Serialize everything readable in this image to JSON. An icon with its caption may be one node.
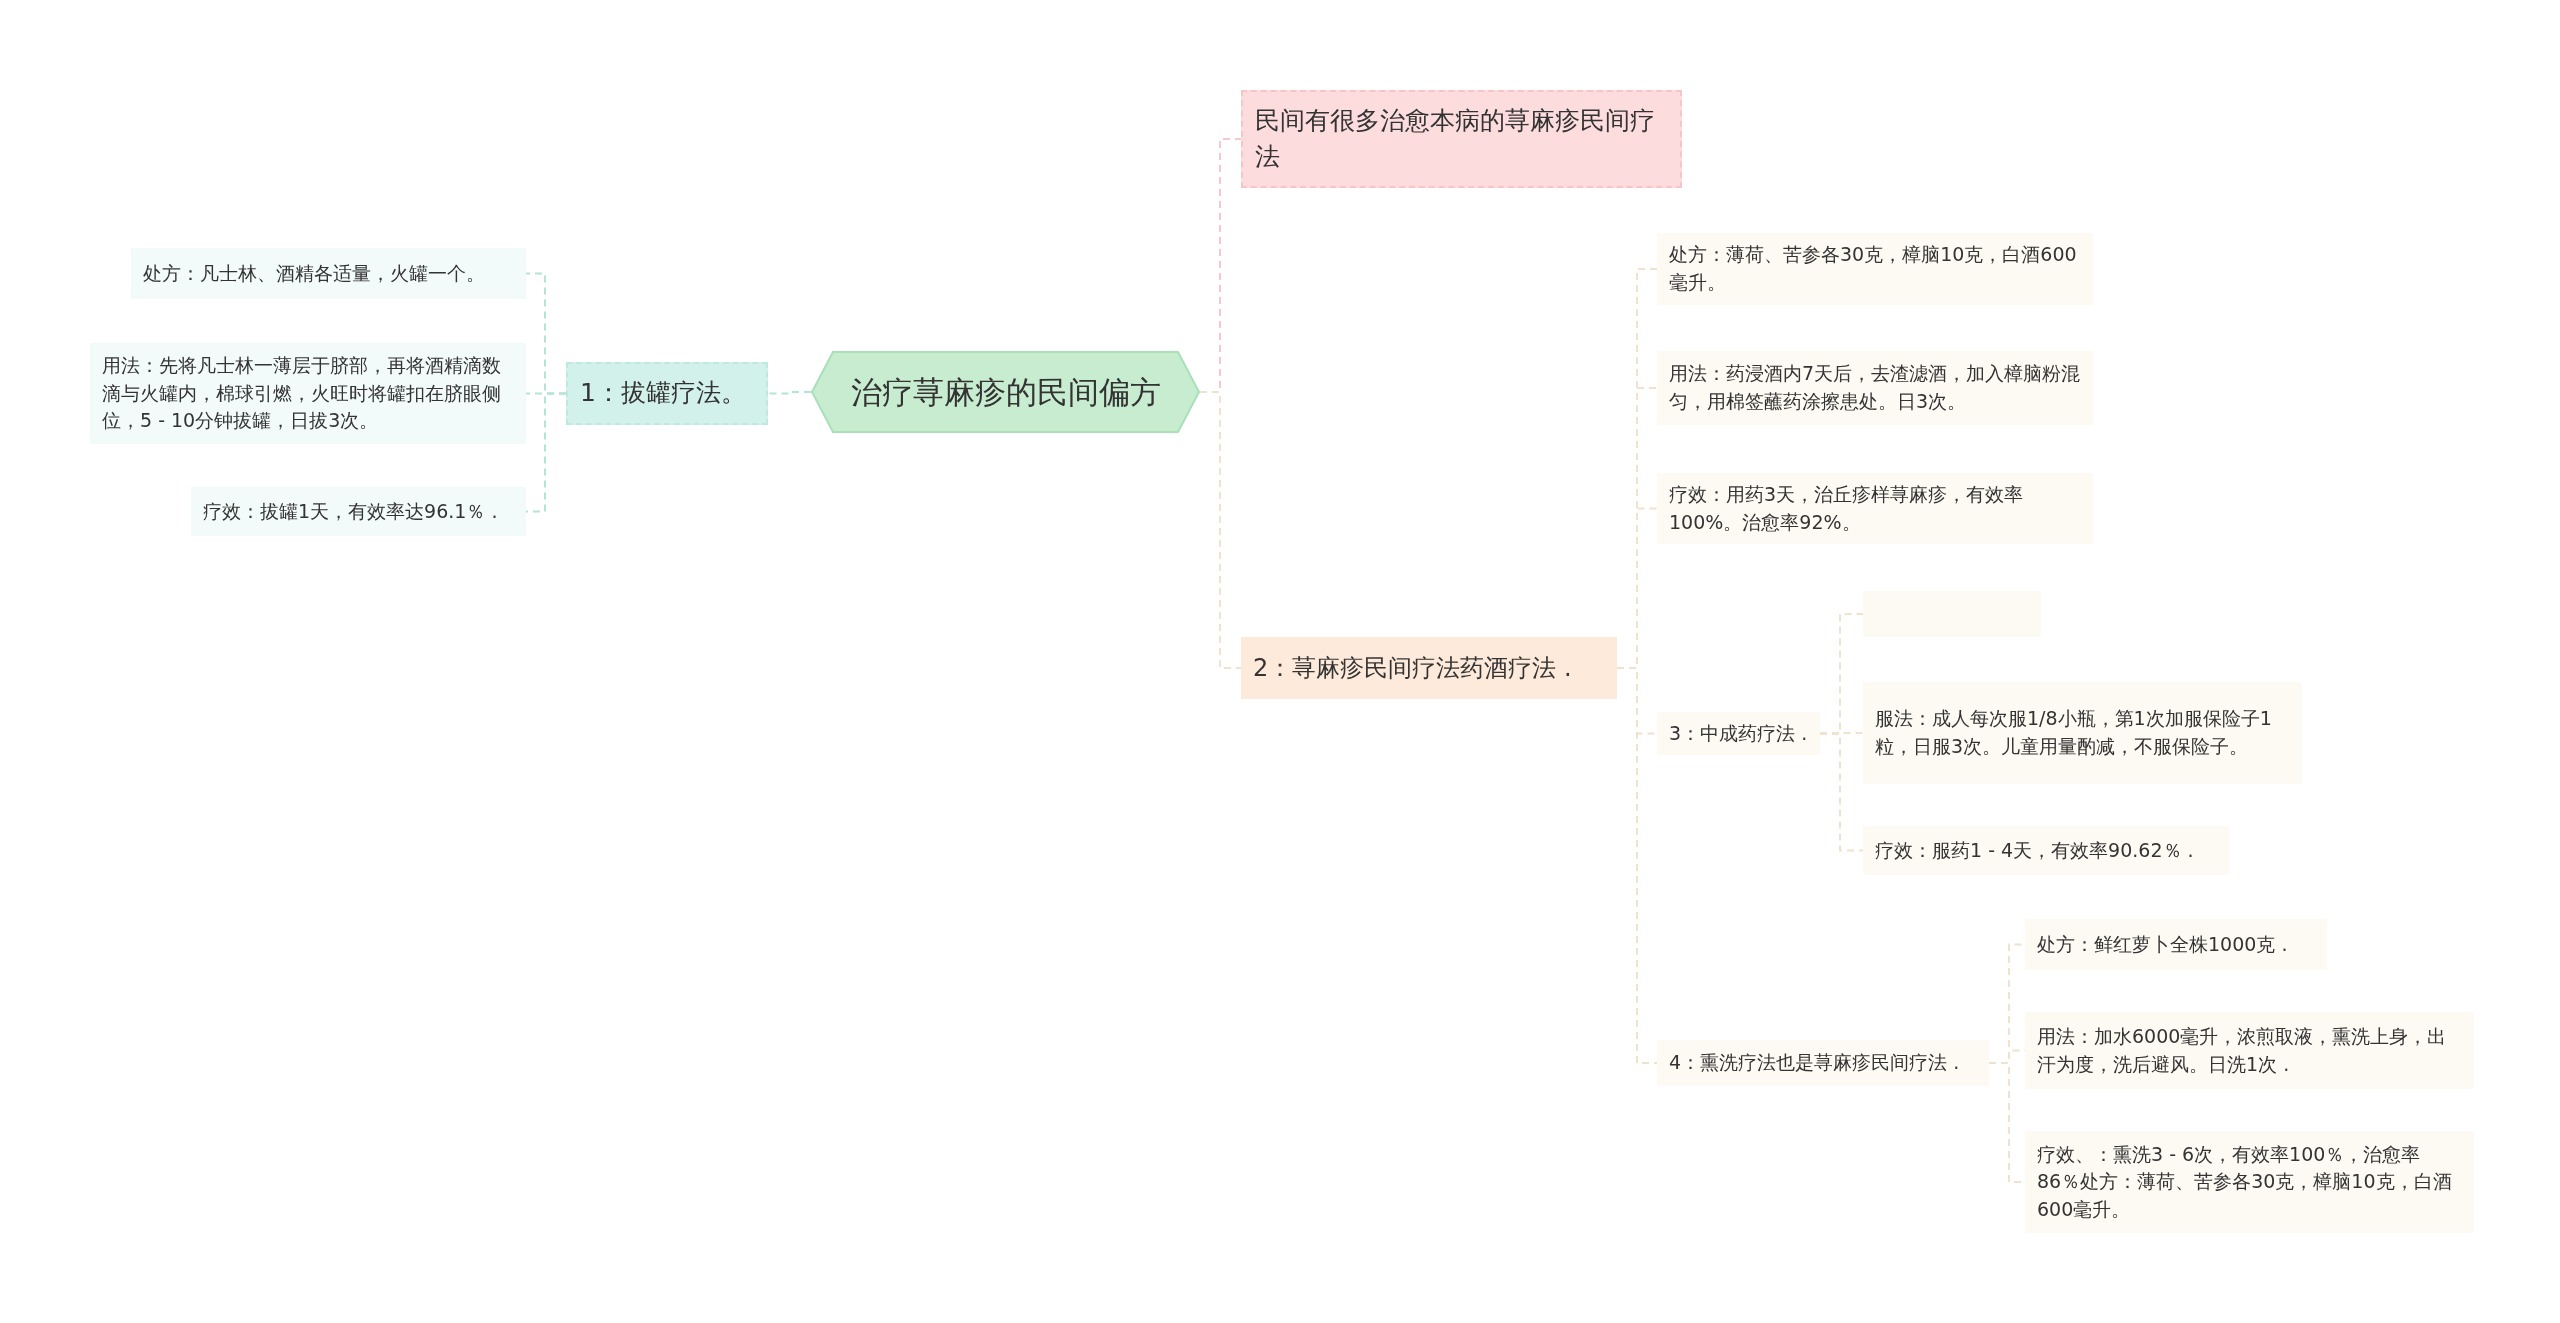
{
  "diagram": {
    "nodes": [
      {
        "text": [
          "治疗荨麻疹的民间偏方"
        ]
      },
      {
        "text": [
          "民间有很多治愈本病的荨麻疹民间疗法"
        ]
      },
      {
        "text": [
          "1：拔罐疗法。"
        ]
      },
      {
        "text": [
          "处方：凡士林、酒精各适量，火罐一个。"
        ]
      },
      {
        "text": [
          "用法：先将凡士林一薄层于脐部，再将酒精滴数滴与火罐内，棉球引燃，火旺时将罐扣在脐眼侧位，5 - 10分钟拔罐，日拔3次。"
        ]
      },
      {
        "text": [
          "疗效：拔罐1天，有效率达96.1％ ."
        ]
      },
      {
        "text": [
          "2：荨麻疹民间疗法药酒疗法 ."
        ]
      },
      {
        "text": [
          "处方：薄荷、苦参各30克，樟脑10克，白酒600毫升。"
        ]
      },
      {
        "text": [
          "用法：药浸酒内7天后，去渣滤酒，加入樟脑粉混匀，用棉签蘸药涂擦患处。日3次。"
        ]
      },
      {
        "text": [
          "疗效：用药3天，治丘疹样荨麻疹，有效率100%。治愈率92%。"
        ]
      },
      {
        "text": [
          "3：中成药疗法 ."
        ]
      },
      {
        "text": [],
        "shape": "box"
      },
      {
        "text": [
          "服法：成人每次服1/8小瓶，第1次加服保险子1粒，日服3次。儿童用量酌减，不服保险子。"
        ]
      },
      {
        "text": [
          "疗效：服药1 - 4天，有效率90.62％ ."
        ]
      },
      {
        "text": [
          "4：熏洗疗法也是荨麻疹民间疗法 ."
        ]
      },
      {
        "text": [
          "处方：鲜红萝卜全株1000克 ."
        ]
      },
      {
        "text": [
          "用法：加水6000毫升，浓煎取液，熏洗上身，出汗为度，洗后避风。日洗1次 ."
        ]
      },
      {
        "text": [
          "疗效、：熏洗3 - 6次，有效率100％，治愈率86％处方：薄荷、苦参各30克，樟脑10克，白酒600毫升。"
        ]
      }
    ],
    "edges": [
      {
        "from": 0,
        "to": 1,
        "arrow": "none",
        "color": "#f7c9cc"
      },
      {
        "from": 0,
        "to": 2,
        "arrow": "none",
        "color": "#b5e3d8"
      },
      {
        "from": 2,
        "to": 3,
        "arrow": "none",
        "color": "#b5e3d8"
      },
      {
        "from": 2,
        "to": 4,
        "arrow": "none",
        "color": "#b5e3d8"
      },
      {
        "from": 2,
        "to": 5,
        "arrow": "none",
        "color": "#b5e3d8"
      },
      {
        "from": 0,
        "to": 6,
        "arrow": "none"
      },
      {
        "from": 6,
        "to": 7,
        "arrow": "none"
      },
      {
        "from": 6,
        "to": 8,
        "arrow": "none"
      },
      {
        "from": 6,
        "to": 9,
        "arrow": "none"
      },
      {
        "from": 6,
        "to": 10,
        "arrow": "none"
      },
      {
        "from": 6,
        "to": 14,
        "arrow": "none"
      },
      {
        "from": 10,
        "to": 11,
        "arrow": "none"
      },
      {
        "from": 10,
        "to": 12,
        "arrow": "none"
      },
      {
        "from": 10,
        "to": 13,
        "arrow": "none"
      },
      {
        "from": 14,
        "to": 15,
        "arrow": "none"
      },
      {
        "from": 14,
        "to": 16,
        "arrow": "none"
      },
      {
        "from": 14,
        "to": 17,
        "arrow": "none"
      }
    ]
  }
}
